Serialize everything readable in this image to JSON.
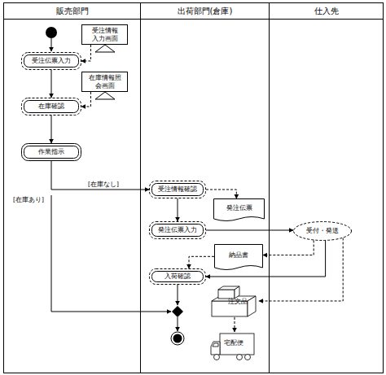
{
  "diagram": {
    "nodes": [
      {
        "text": [
          "販売部門"
        ]
      },
      {
        "text": [
          "出荷部門(倉庫)"
        ]
      },
      {
        "text": [
          "仕入先"
        ]
      },
      {
        "text": [
          "受注情報 入力画面"
        ],
        "in": 0
      },
      {
        "text": [
          "受注伝票入力"
        ],
        "in": 0
      },
      {
        "text": [
          "在庫情報照 会画面"
        ],
        "in": 0
      },
      {
        "text": [
          "在庫確認"
        ],
        "in": 0
      },
      {
        "text": [
          "作業指示"
        ],
        "in": 0
      },
      {
        "text": [
          "受注情報確認"
        ],
        "in": 1
      },
      {
        "text": [
          "発注伝票"
        ],
        "in": 1
      },
      {
        "text": [
          "発注伝票入力"
        ],
        "in": 1
      },
      {
        "text": [
          "受付・発送"
        ],
        "in": 2
      },
      {
        "text": [
          "納品書"
        ],
        "in": 1
      },
      {
        "text": [
          "入荷確認"
        ],
        "in": 1
      },
      {
        "text": [
          "注文品"
        ],
        "in": 1
      },
      {
        "text": [
          "宅配便"
        ],
        "in": 1
      }
    ],
    "edges": [
      {
        "from": 3,
        "to": 4,
        "arrow": "to"
      },
      {
        "from": 5,
        "to": 6,
        "arrow": "to"
      },
      {
        "from": 4,
        "to": 6,
        "arrow": "to"
      },
      {
        "from": 6,
        "to": 7,
        "arrow": "to"
      },
      {
        "from": 7,
        "to": 8,
        "label": "[在庫なし]",
        "arrow": "to"
      },
      {
        "from": 8,
        "to": 9,
        "arrow": "to"
      },
      {
        "from": 8,
        "to": 10,
        "arrow": "to"
      },
      {
        "from": 10,
        "to": 11,
        "arrow": "to"
      },
      {
        "from": 11,
        "to": 12,
        "arrow": "to"
      },
      {
        "from": 12,
        "to": 13,
        "arrow": "to"
      },
      {
        "from": 11,
        "to": 13,
        "arrow": "to"
      },
      {
        "from": 11,
        "to": 14,
        "arrow": "to"
      },
      {
        "from": 14,
        "to": 15,
        "arrow": "to"
      }
    ],
    "labels": [
      "[在庫あり]"
    ]
  }
}
